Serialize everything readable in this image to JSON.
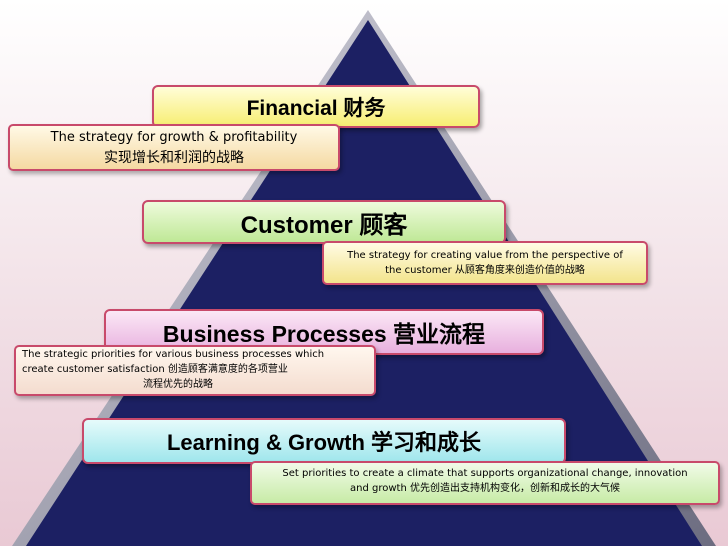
{
  "colors": {
    "pyramid": "#1c2063",
    "pyramid_edge": "#8a8a9a",
    "border": "#c84a6b"
  },
  "diagram": {
    "type": "pyramid",
    "levels": [
      {
        "title": "Financial 财务",
        "note_lines": [
          "The strategy for growth & profitability",
          "实现增长和利润的战略"
        ]
      },
      {
        "title": "Customer 顾客",
        "note_lines": [
          "The strategy for creating value from the perspective of",
          "the customer 从顾客角度来创造价值的战略"
        ]
      },
      {
        "title": "Business Processes 营业流程",
        "note_lines": [
          "The strategic priorities for various business processes which",
          "create customer satisfaction  创造顾客满意度的各项营业",
          "流程优先的战略"
        ]
      },
      {
        "title": "Learning & Growth 学习和成长",
        "note_lines": [
          "Set priorities to create a climate that supports organizational change, innovation",
          "and growth  优先创造出支持机构变化，创新和成长的大气候"
        ]
      }
    ]
  }
}
